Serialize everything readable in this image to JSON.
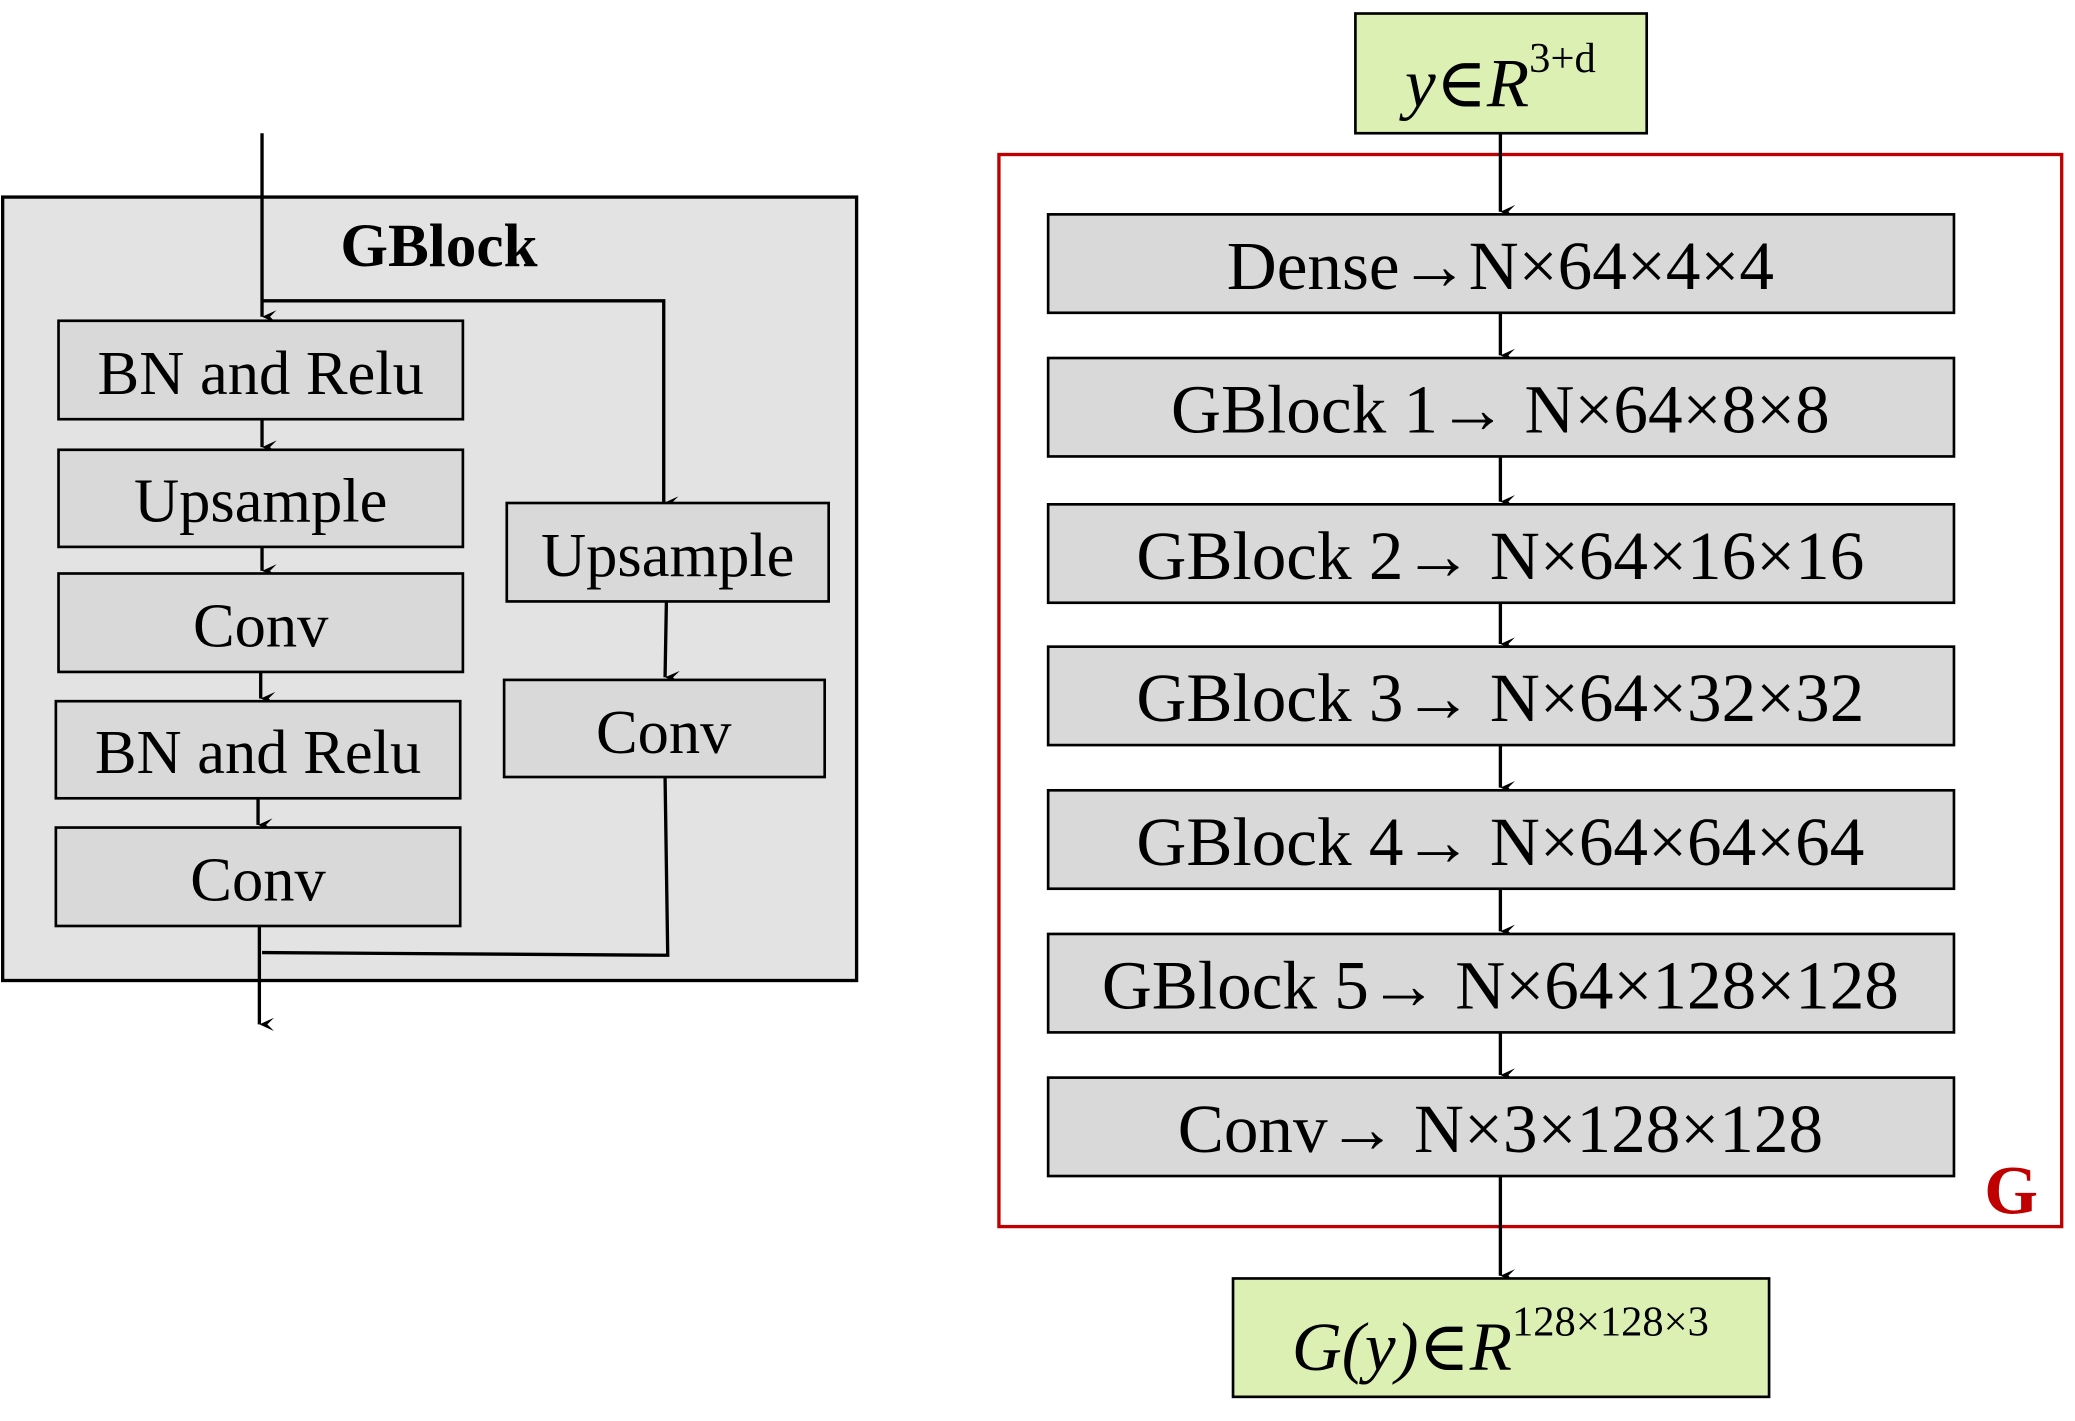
{
  "gblock": {
    "title": "GBlock",
    "main_path": [
      "BN and Relu",
      "Upsample",
      "Conv",
      "BN and Relu",
      "Conv"
    ],
    "skip_path": [
      "Upsample",
      "Conv"
    ]
  },
  "generator": {
    "label": "G",
    "input": {
      "base": "y∈R",
      "sup": "3+d"
    },
    "layers": [
      "Dense→N×64×4×4",
      "GBlock 1→ N×64×8×8",
      "GBlock 2→ N×64×16×16",
      "GBlock 3→ N×64×32×32",
      "GBlock 4→ N×64×64×64",
      "GBlock 5→ N×64×128×128",
      "Conv→ N×3×128×128"
    ],
    "output": {
      "base": "G(y)∈R",
      "sup": "128×128×3"
    }
  },
  "colors": {
    "gblock_bg": "#e3e3e3",
    "layer_fill": "#d9d9d9",
    "io_fill": "#dcf0b4",
    "generator_border": "#c00000"
  }
}
